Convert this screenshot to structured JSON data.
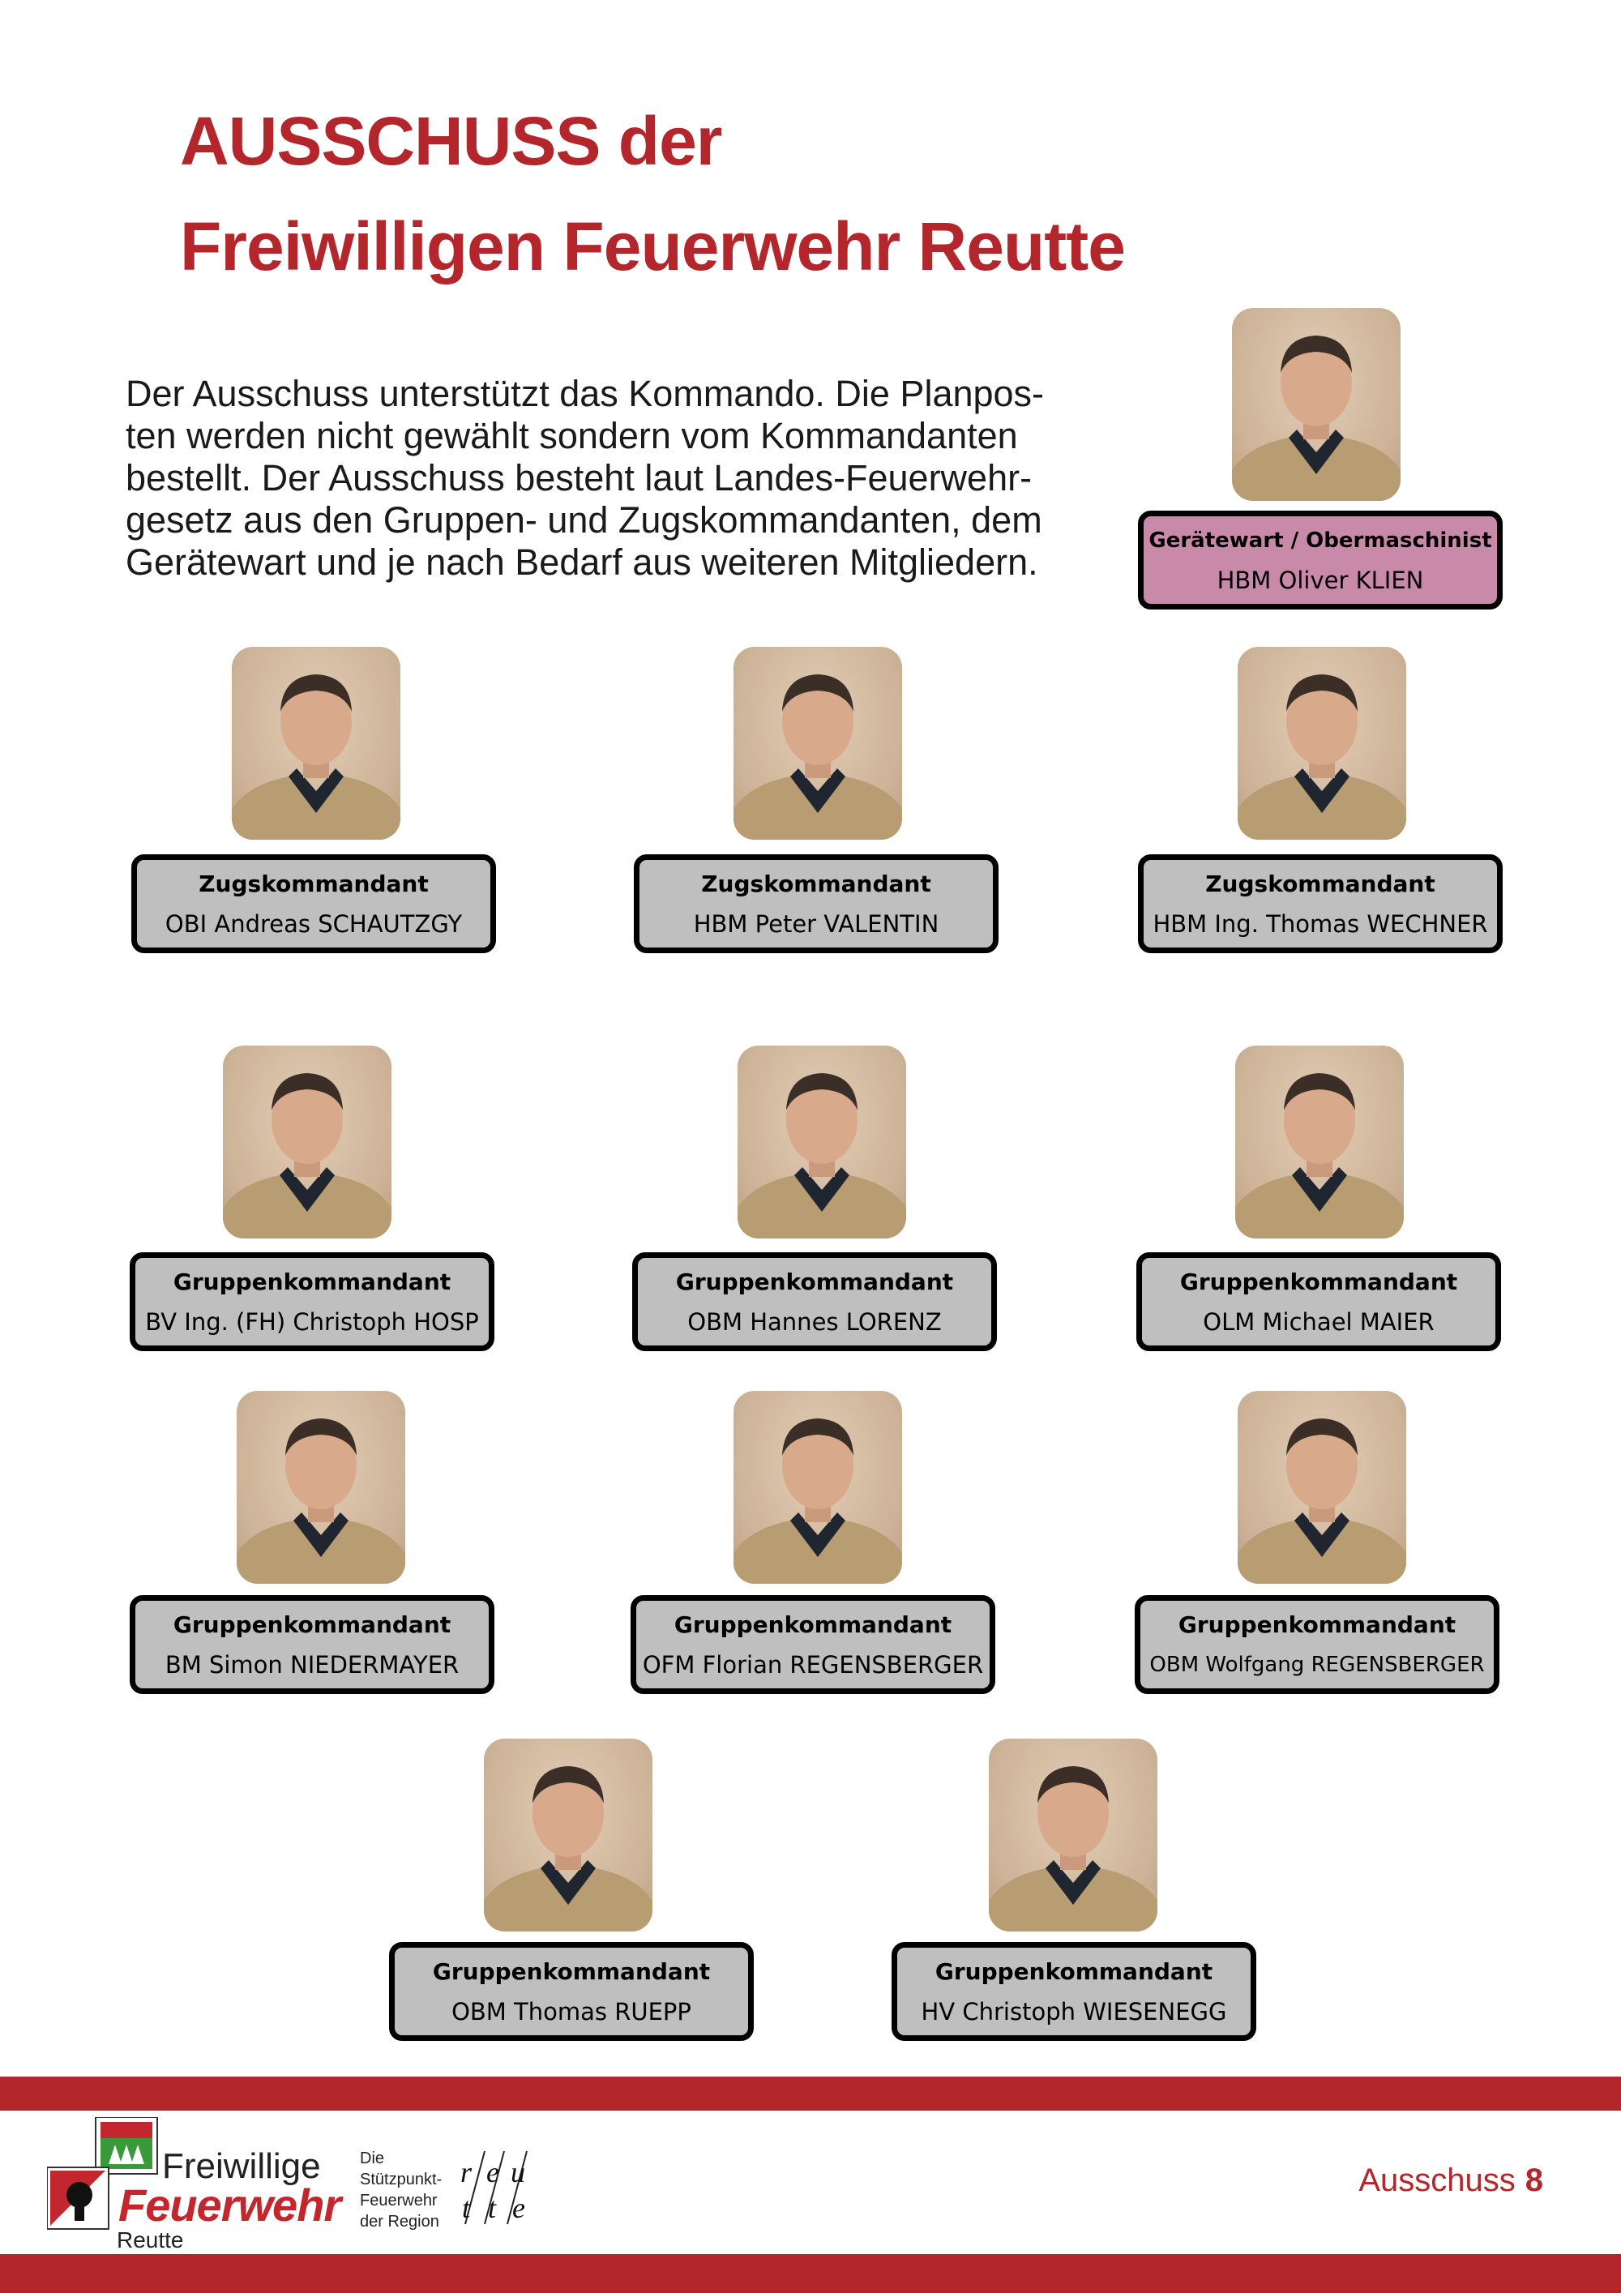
{
  "header": {
    "title_line1": "AUSSCHUSS der",
    "title_line2": "Freiwilligen Feuerwehr Reutte"
  },
  "intro": {
    "lines": [
      "Der Ausschuss unterstützt das Kommando. Die Planpos-",
      "ten werden nicht gewählt sondern vom Kommandanten",
      "bestellt. Der Ausschuss besteht laut Landes-Feuerwehr-",
      "gesetz aus den Gruppen- und Zugskommandanten, dem",
      "Gerätewart und je nach Bedarf aus weiteren Mitgliedern."
    ]
  },
  "members": [
    {
      "role": "Gerätewart / Obermaschinist",
      "name": "HBM Oliver KLIEN"
    },
    {
      "role": "Zugskommandant",
      "name": "OBI Andreas SCHAUTZGY"
    },
    {
      "role": "Zugskommandant",
      "name": "HBM Peter VALENTIN"
    },
    {
      "role": "Zugskommandant",
      "name": "HBM Ing. Thomas WECHNER"
    },
    {
      "role": "Gruppenkommandant",
      "name": "BV Ing. (FH) Christoph HOSP"
    },
    {
      "role": "Gruppenkommandant",
      "name": "OBM Hannes LORENZ"
    },
    {
      "role": "Gruppenkommandant",
      "name": "OLM Michael MAIER"
    },
    {
      "role": "Gruppenkommandant",
      "name": "BM Simon NIEDERMAYER"
    },
    {
      "role": "Gruppenkommandant",
      "name": "OFM Florian REGENSBERGER"
    },
    {
      "role": "Gruppenkommandant",
      "name": "OBM Wolfgang REGENSBERGER"
    },
    {
      "role": "Gruppenkommandant",
      "name": "OBM Thomas RUEPP"
    },
    {
      "role": "Gruppenkommandant",
      "name": "HV Christoph WIESENEGG"
    }
  ],
  "footer": {
    "logo_freiwillige": "Freiwillige",
    "logo_feuerwehr": "Feuerwehr",
    "logo_reutte": "Reutte",
    "stuetzpunkt_lines": [
      "Die",
      "Stützpunkt-",
      "Feuerwehr",
      "der Region"
    ],
    "reutte_logo_letters": [
      "r",
      "e",
      "u",
      "t",
      "t",
      "e"
    ],
    "section_label": "Ausschuss",
    "page_number": "8"
  },
  "colors": {
    "accent_red": "#b3262c",
    "card_gray": "#bfbfbf",
    "card_pink": "#c98aaa"
  }
}
